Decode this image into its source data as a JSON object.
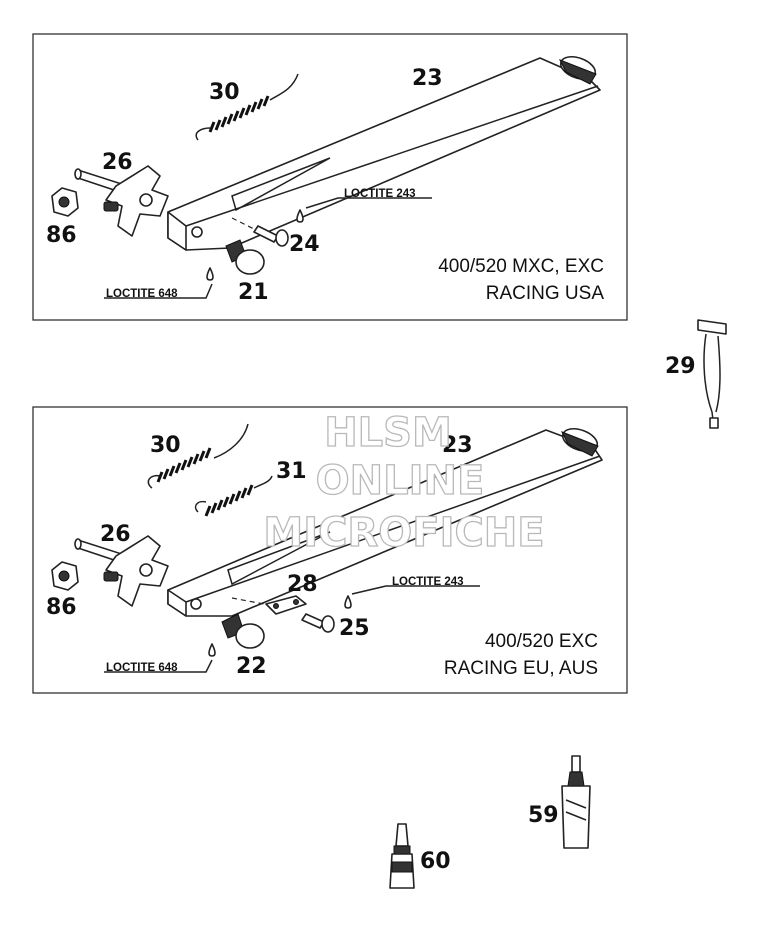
{
  "panel_top": {
    "parts": {
      "p30": "30",
      "p23": "23",
      "p26": "26",
      "p86": "86",
      "p24": "24",
      "p21": "21"
    },
    "loctite_243": "LOCTITE 243",
    "loctite_648": "LOCTITE 648",
    "variant_line1": "400/520 MXC, EXC",
    "variant_line2": "RACING USA"
  },
  "panel_bottom": {
    "parts": {
      "p30": "30",
      "p23": "23",
      "p31": "31",
      "p26": "26",
      "p86": "86",
      "p28": "28",
      "p25": "25",
      "p22": "22"
    },
    "loctite_243": "LOCTITE 243",
    "loctite_648": "LOCTITE 648",
    "variant_line1": "400/520 EXC",
    "variant_line2": "RACING EU, AUS"
  },
  "loose_parts": {
    "p29": "29",
    "p59": "59",
    "p60": "60"
  },
  "watermark": {
    "line1": "HLSM",
    "line2": "ONLINE",
    "line3": "MICROFICHE"
  }
}
